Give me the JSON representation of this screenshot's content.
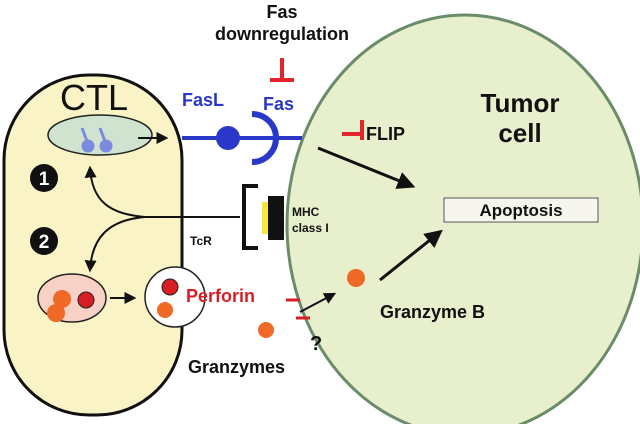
{
  "labels": {
    "ctl": "CTL",
    "tumor_line1": "Tumor",
    "tumor_line2": "cell",
    "fasl": "FasL",
    "fas": "Fas",
    "fas_downreg_line1": "Fas",
    "fas_downreg_line2": "downregulation",
    "flip": "FLIP",
    "apoptosis": "Apoptosis",
    "mhc_line1": "MHC",
    "mhc_line2": "class I",
    "tcr": "TcR",
    "perforin": "Perforin",
    "granzymes": "Granzymes",
    "granzyme_b": "Granzyme B",
    "question": "?",
    "step1": "1",
    "step2": "2"
  },
  "colors": {
    "ctl_fill": "#f9f3c6",
    "tumor_fill": "#e8efcc",
    "tumor_stroke": "#6a8c6a",
    "fas_blue": "#2a38c9",
    "inhibit_red": "#e2262b",
    "granzyme_orange": "#ee6a26",
    "perforin_red": "#d81e25",
    "vesicle_fill": "#f7d1c6",
    "granule_fill": "#cfe3cf",
    "mhc_yellow": "#f5e63a"
  }
}
